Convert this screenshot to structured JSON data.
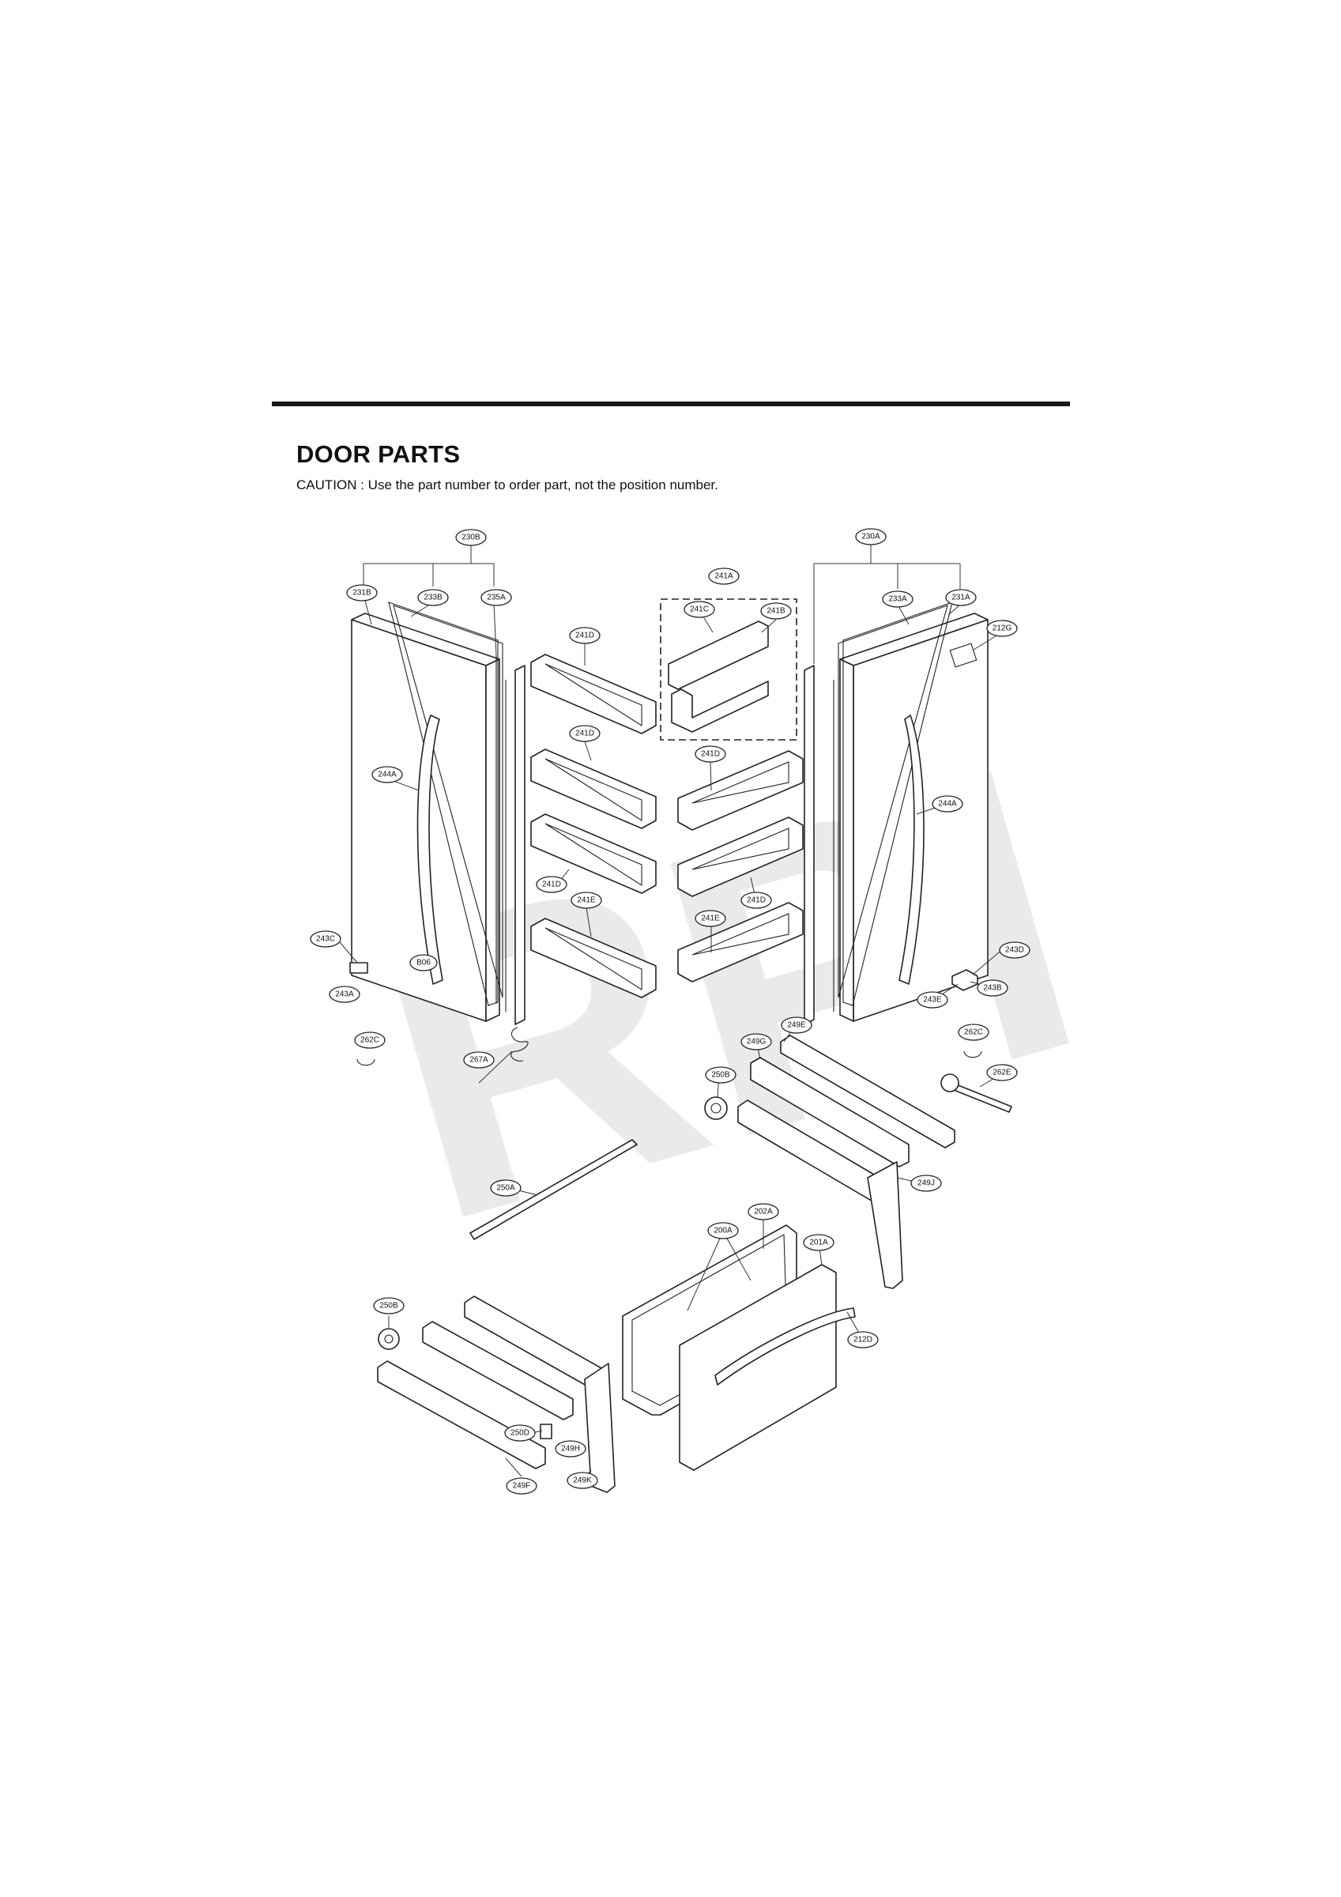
{
  "header": {
    "title": "DOOR PARTS",
    "caution": "CAUTION : Use the part number to order part, not the position number."
  },
  "watermark": {
    "text": "RPI",
    "color": "#d9d9d9"
  },
  "callouts": [
    {
      "id": "230B"
    },
    {
      "id": "231B"
    },
    {
      "id": "233B"
    },
    {
      "id": "235A"
    },
    {
      "id": "241A"
    },
    {
      "id": "241C"
    },
    {
      "id": "241B"
    },
    {
      "id": "241D"
    },
    {
      "id": "230A"
    },
    {
      "id": "233A"
    },
    {
      "id": "231A"
    },
    {
      "id": "212G"
    },
    {
      "id": "244A"
    },
    {
      "id": "241D"
    },
    {
      "id": "241D"
    },
    {
      "id": "244A"
    },
    {
      "id": "241D"
    },
    {
      "id": "241D"
    },
    {
      "id": "241E"
    },
    {
      "id": "241E"
    },
    {
      "id": "243C"
    },
    {
      "id": "243D"
    },
    {
      "id": "B06"
    },
    {
      "id": "243A"
    },
    {
      "id": "243B"
    },
    {
      "id": "243E"
    },
    {
      "id": "262C"
    },
    {
      "id": "262C"
    },
    {
      "id": "267A"
    },
    {
      "id": "249E"
    },
    {
      "id": "249G"
    },
    {
      "id": "250B"
    },
    {
      "id": "262E"
    },
    {
      "id": "249J"
    },
    {
      "id": "250A"
    },
    {
      "id": "202A"
    },
    {
      "id": "200A"
    },
    {
      "id": "201A"
    },
    {
      "id": "250B"
    },
    {
      "id": "212D"
    },
    {
      "id": "250D"
    },
    {
      "id": "249H"
    },
    {
      "id": "249K"
    },
    {
      "id": "249F"
    }
  ]
}
